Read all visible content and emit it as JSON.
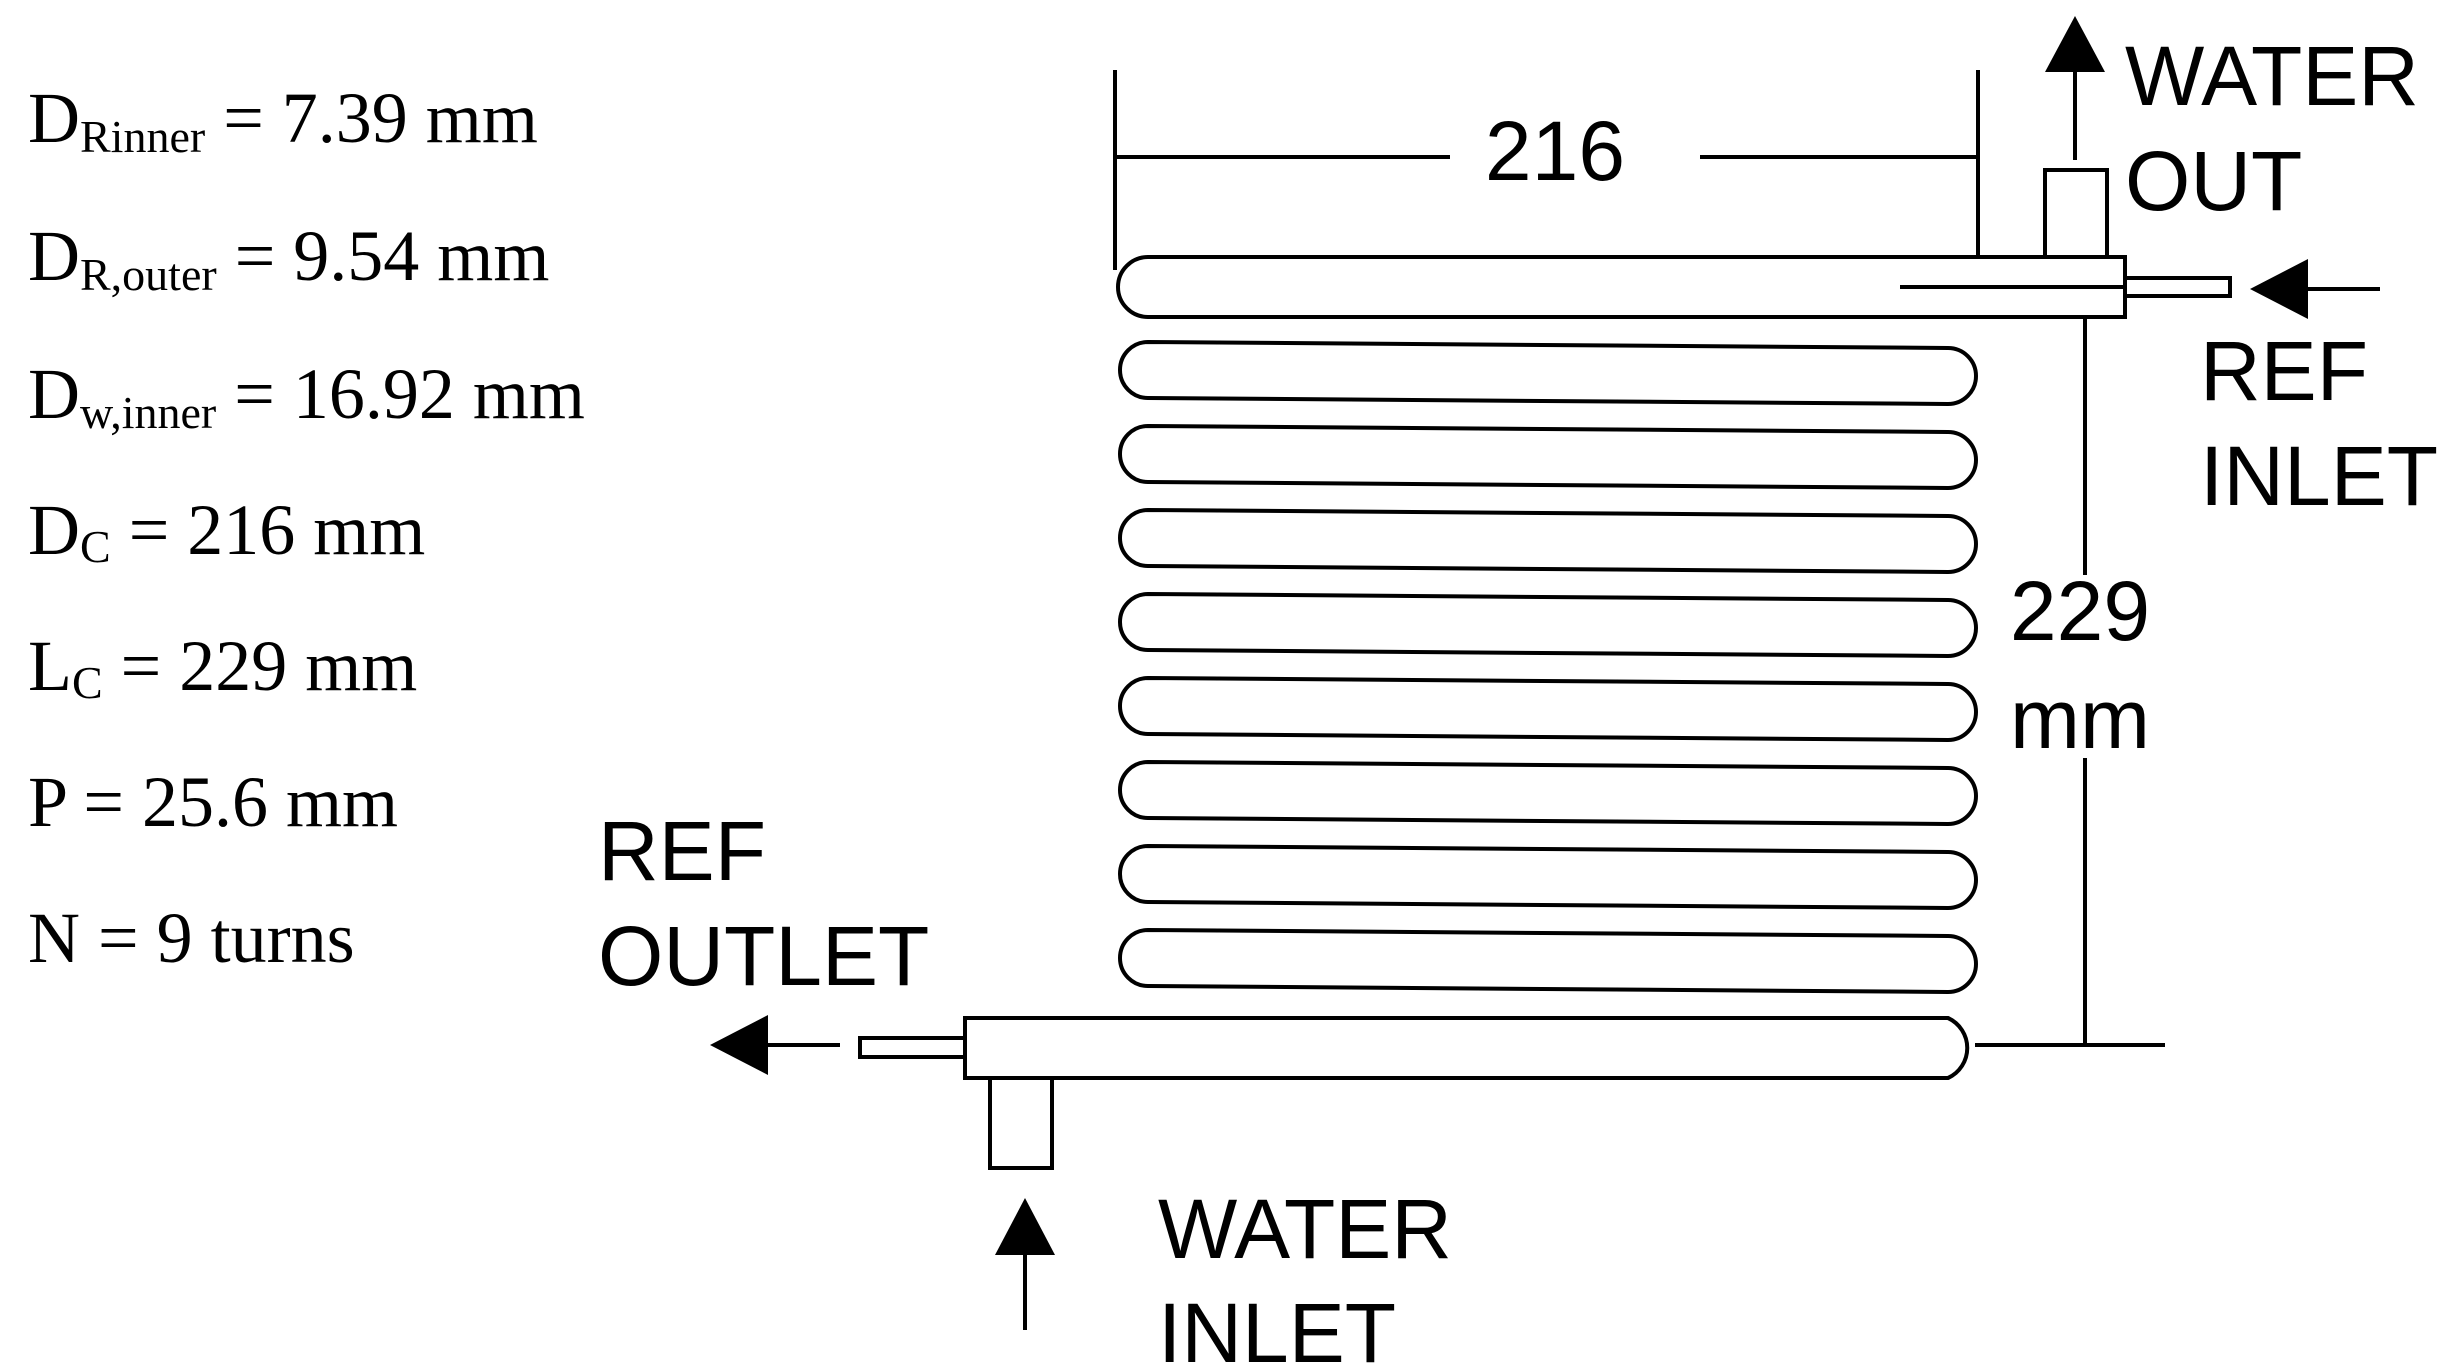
{
  "parameters": [
    {
      "main": "D",
      "sub": "Rinner",
      "rest": " = 7.39 mm"
    },
    {
      "main": "D",
      "sub": "R,outer",
      "rest": " = 9.54 mm"
    },
    {
      "main": "D",
      "sub": "w,inner",
      "rest": " = 16.92 mm"
    },
    {
      "main": "D",
      "sub": "C",
      "rest": " = 216 mm"
    },
    {
      "main": "L",
      "sub": "C",
      "rest": " = 229 mm"
    },
    {
      "main": "P",
      "sub": "",
      "rest": " = 25.6 mm"
    },
    {
      "main": "N",
      "sub": "",
      "rest": " = 9 turns"
    }
  ],
  "dimensions": {
    "width_value": "216",
    "height_value": "229",
    "height_unit": "mm"
  },
  "labels": {
    "water_out": [
      "WATER",
      "OUT"
    ],
    "ref_inlet": [
      "REF",
      "INLET"
    ],
    "ref_outlet": [
      "REF",
      "OUTLET"
    ],
    "water_inlet": [
      "WATER",
      "INLET"
    ]
  },
  "coil": {
    "turns": 9
  }
}
